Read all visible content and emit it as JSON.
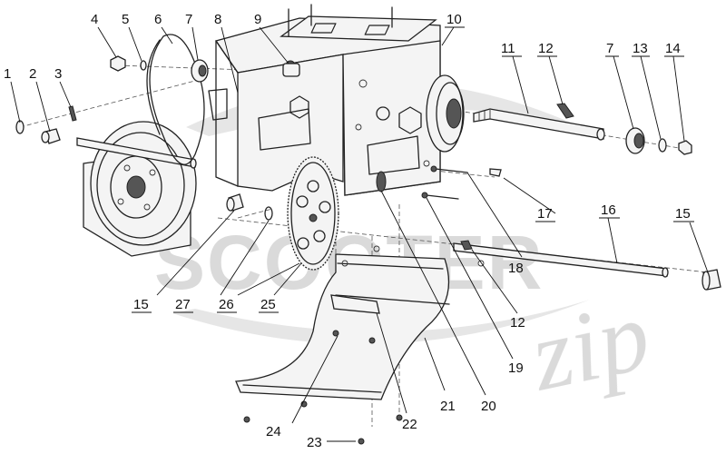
{
  "watermark": {
    "brand_word": "SCOOTER",
    "brand_script": "zip"
  },
  "callouts": [
    {
      "id": "1",
      "label": "1"
    },
    {
      "id": "2",
      "label": "2"
    },
    {
      "id": "3",
      "label": "3"
    },
    {
      "id": "4",
      "label": "4"
    },
    {
      "id": "5",
      "label": "5"
    },
    {
      "id": "6",
      "label": "6"
    },
    {
      "id": "7a",
      "label": "7"
    },
    {
      "id": "8",
      "label": "8"
    },
    {
      "id": "9",
      "label": "9"
    },
    {
      "id": "10",
      "label": "10"
    },
    {
      "id": "11",
      "label": "11"
    },
    {
      "id": "12a",
      "label": "12"
    },
    {
      "id": "7b",
      "label": "7"
    },
    {
      "id": "13",
      "label": "13"
    },
    {
      "id": "14",
      "label": "14"
    },
    {
      "id": "17",
      "label": "17"
    },
    {
      "id": "16",
      "label": "16"
    },
    {
      "id": "15b",
      "label": "15"
    },
    {
      "id": "18",
      "label": "18"
    },
    {
      "id": "12b",
      "label": "12"
    },
    {
      "id": "19",
      "label": "19"
    },
    {
      "id": "20",
      "label": "20"
    },
    {
      "id": "21",
      "label": "21"
    },
    {
      "id": "22",
      "label": "22"
    },
    {
      "id": "23",
      "label": "23"
    },
    {
      "id": "24",
      "label": "24"
    },
    {
      "id": "25",
      "label": "25"
    },
    {
      "id": "26",
      "label": "26"
    },
    {
      "id": "27",
      "label": "27"
    },
    {
      "id": "15a",
      "label": "15"
    }
  ]
}
